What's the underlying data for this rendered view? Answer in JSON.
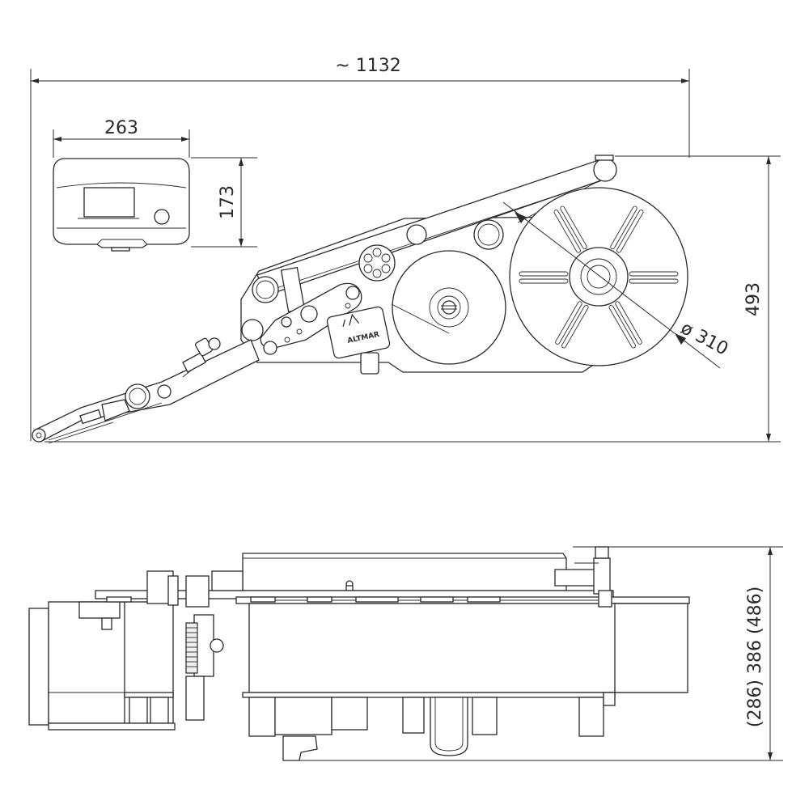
{
  "dimensions": {
    "overall_width": "~ 1132",
    "controller_width": "263",
    "controller_height": "173",
    "overall_height": "493",
    "reel_diameter": "ø 310",
    "depth": "(286) 386 (486)"
  },
  "logo": {
    "text": "ALTMAR"
  },
  "colors": {
    "line": "#2a2a2a",
    "fill": "#ffffff",
    "shade": "#efefef"
  }
}
